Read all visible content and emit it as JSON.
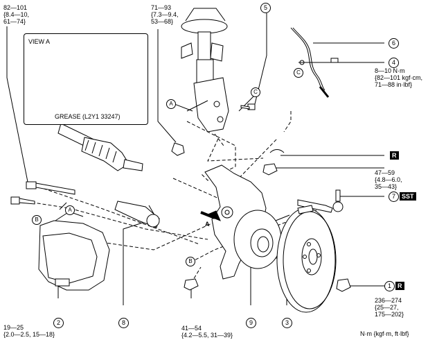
{
  "view_a": {
    "title": "VIEW A",
    "grease": "GREASE (L2Y1 33247)",
    "grease_can_label": "GREASE"
  },
  "torques": {
    "t_82_101": "82—101\n{8.4—10,\n61—74}",
    "t_71_93": "71—93\n{7.3—9.4,\n53—68}",
    "t_8_10": "8—10 N·m\n{82—101 kgf·cm,\n71—88 in·lbf}",
    "t_47_59": "47—59\n{4.8—6.0,\n35—43}",
    "t_236_274": "236—274\n{25—27,\n175—202}",
    "t_41_54": "41—54\n{4.2—5.5, 31—39}",
    "t_19_25": "19—25\n{2.0—2.5, 15—18}"
  },
  "callouts": {
    "n1": "1",
    "n2": "2",
    "n3": "3",
    "n4": "4",
    "n5": "5",
    "n6": "6",
    "n7": "7",
    "n8": "8",
    "n9": "9"
  },
  "letters": {
    "a": "A",
    "b": "B",
    "c": "C"
  },
  "tags": {
    "r": "R",
    "sst": "SST"
  },
  "arrow_label": "A",
  "units": "N·m {kgf·m, ft·lbf}",
  "colors": {
    "ink": "#000000",
    "paper": "#ffffff",
    "shade": "#d9d9d9"
  }
}
